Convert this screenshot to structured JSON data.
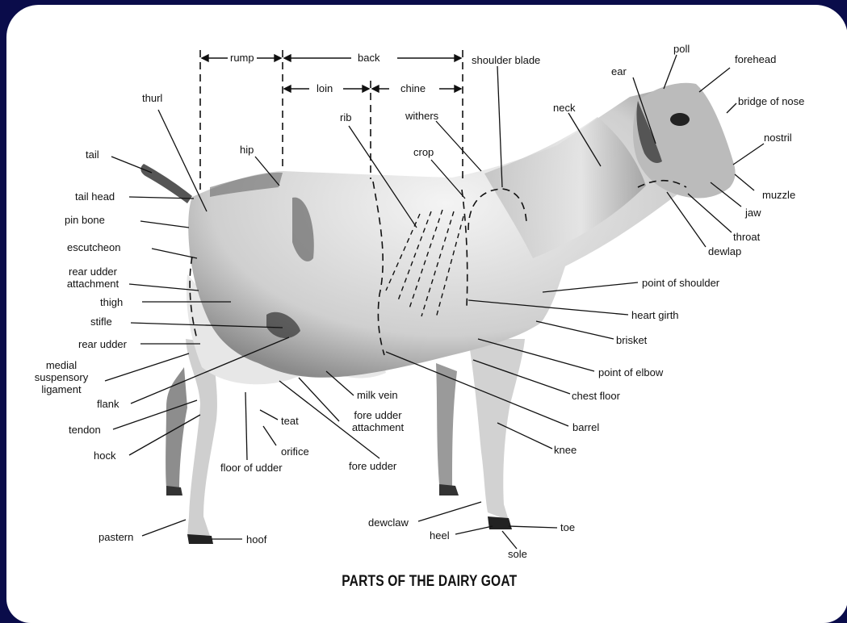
{
  "title": "PARTS OF THE DAIRY GOAT",
  "regions": {
    "rump": "rump",
    "back": "back",
    "loin": "loin",
    "chine": "chine"
  },
  "labels": {
    "shoulder_blade": "shoulder blade",
    "poll": "poll",
    "forehead": "forehead",
    "ear": "ear",
    "bridge_of_nose": "bridge of nose",
    "thurl": "thurl",
    "rib": "rib",
    "withers": "withers",
    "neck": "neck",
    "nostril": "nostril",
    "tail": "tail",
    "hip": "hip",
    "crop": "crop",
    "muzzle": "muzzle",
    "tail_head": "tail head",
    "jaw": "jaw",
    "pin_bone": "pin bone",
    "throat": "throat",
    "escutcheon": "escutcheon",
    "dewlap": "dewlap",
    "rear_udder_attachment_1": "rear udder",
    "rear_udder_attachment_2": "attachment",
    "point_of_shoulder": "point of shoulder",
    "thigh": "thigh",
    "heart_girth": "heart girth",
    "stifle": "stifle",
    "brisket": "brisket",
    "rear_udder": "rear udder",
    "medial_1": "medial",
    "medial_2": "suspensory",
    "medial_3": "ligament",
    "point_of_elbow": "point of elbow",
    "milk_vein": "milk vein",
    "chest_floor": "chest floor",
    "flank": "flank",
    "teat": "teat",
    "fore_udder_attachment_1": "fore udder",
    "fore_udder_attachment_2": "attachment",
    "barrel": "barrel",
    "tendon": "tendon",
    "orifice": "orifice",
    "knee": "knee",
    "hock": "hock",
    "floor_of_udder": "floor of udder",
    "fore_udder": "fore udder",
    "dewclaw": "dewclaw",
    "toe": "toe",
    "pastern": "pastern",
    "hoof": "hoof",
    "heel": "heel",
    "sole": "sole"
  },
  "colors": {
    "frame": "#0a0c4a",
    "background": "#ffffff",
    "ink": "#111111"
  }
}
